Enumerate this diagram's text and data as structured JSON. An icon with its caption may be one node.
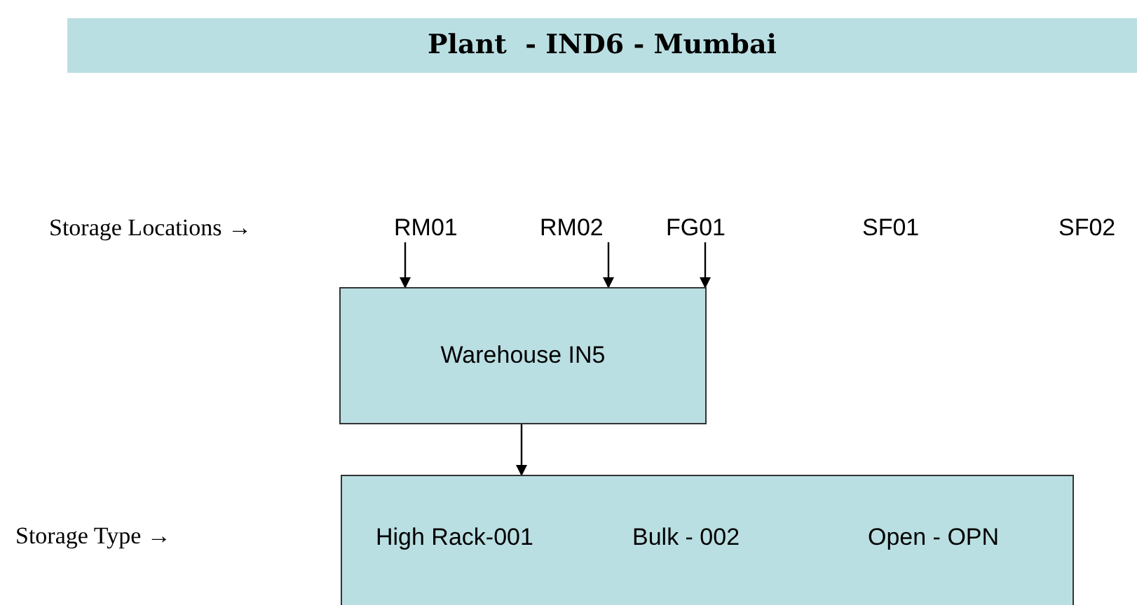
{
  "diagram": {
    "title": "Plant  - IND6 - Mumbai",
    "nodes": [
      {
        "text": [
          "RM01"
        ]
      },
      {
        "text": [
          "RM02"
        ]
      },
      {
        "text": [
          "FG01"
        ]
      },
      {
        "text": [
          "Warehouse IN5"
        ]
      },
      {
        "text": [
          "High Rack-001",
          "Bulk - 002",
          "Open - OPN"
        ]
      }
    ],
    "edges": [
      {
        "from": 0,
        "to": 3,
        "arrow": "to"
      },
      {
        "from": 1,
        "to": 3,
        "arrow": "to"
      },
      {
        "from": 2,
        "to": 3,
        "arrow": "to"
      },
      {
        "from": 3,
        "to": 4,
        "arrow": "to"
      }
    ],
    "labels": [
      "Storage Locations →",
      "SF01",
      "SF02",
      "Storage Type →"
    ]
  }
}
